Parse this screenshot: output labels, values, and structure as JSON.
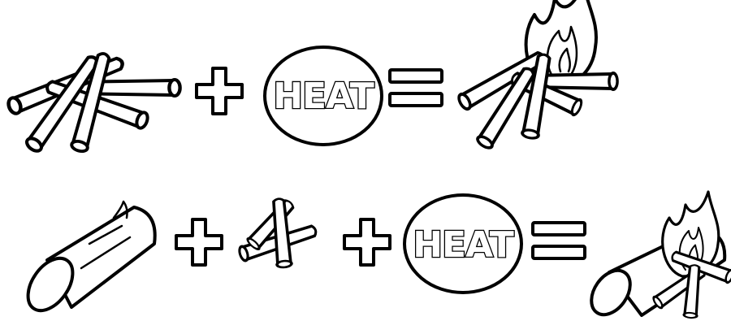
{
  "equations": [
    {
      "terms": [
        "sticks",
        "plus",
        "heat",
        "equals",
        "burning-sticks"
      ],
      "heat_label": "HEAT"
    },
    {
      "terms": [
        "log",
        "plus",
        "sticks",
        "plus",
        "heat",
        "equals",
        "burning-log-and-sticks"
      ],
      "heat_label": "HEAT"
    }
  ],
  "colors": {
    "ink": "#000000",
    "paper": "#ffffff"
  }
}
